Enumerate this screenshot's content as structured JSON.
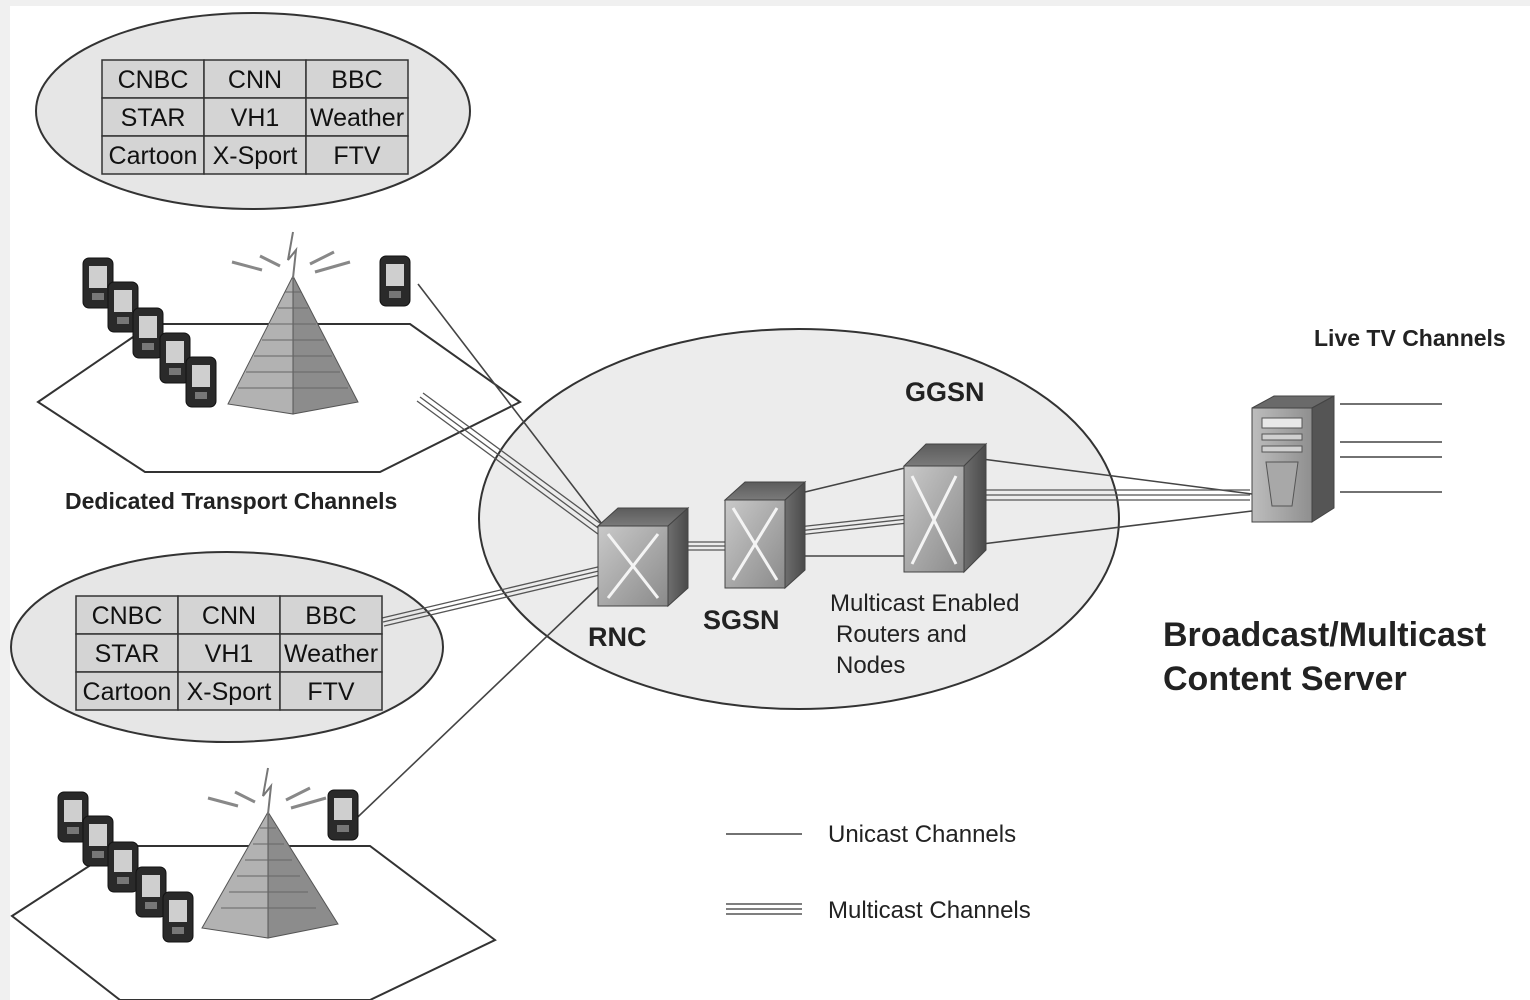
{
  "channel_table": {
    "rows": [
      [
        "CNBC",
        "CNN",
        "BBC"
      ],
      [
        "STAR",
        "VH1",
        "Weather"
      ],
      [
        "Cartoon",
        "X-Sport",
        "FTV"
      ]
    ]
  },
  "labels": {
    "dedicated": "Dedicated Transport Channels",
    "live_tv": "Live TV Channels",
    "ggsn": "GGSN",
    "rnc": "RNC",
    "sgsn": "SGSN",
    "routers_line1": "Multicast Enabled",
    "routers_line2": "Routers and",
    "routers_line3": "Nodes",
    "server_line1": "Broadcast/Multicast",
    "server_line2": "Content Server"
  },
  "legend": {
    "unicast": "Unicast Channels",
    "multicast": "Multicast Channels"
  },
  "colors": {
    "line": "#444444",
    "cloud_fill": "#ececec",
    "ellipse_fill": "#e6e6e6",
    "table_fill": "#d4d4d4",
    "tower_fill": "#9a9a9a"
  }
}
